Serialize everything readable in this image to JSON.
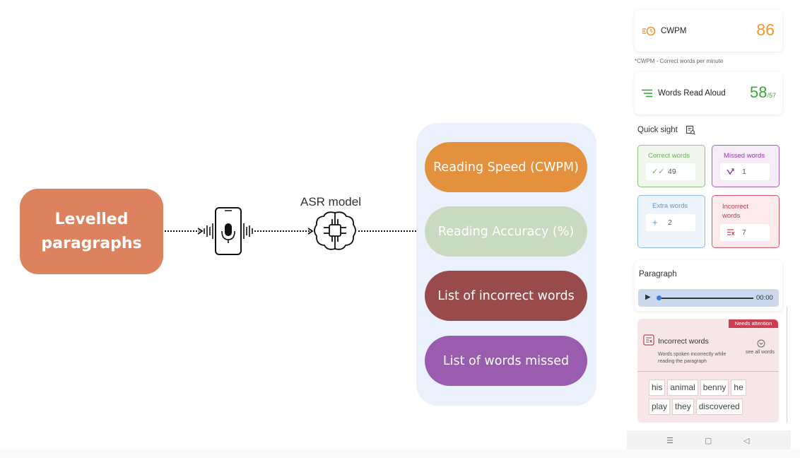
{
  "diagram": {
    "source_label": "Levelled paragraphs",
    "asr_label": "ASR model",
    "outputs": [
      {
        "label": "Reading Speed (CWPM)",
        "color": "#e3913d"
      },
      {
        "label": "Reading Accuracy (%)",
        "color": "#c8dac0"
      },
      {
        "label": "List of incorrect words",
        "color": "#984b4a"
      },
      {
        "label": "List of words missed",
        "color": "#9a5cae"
      }
    ],
    "icons": [
      "smartphone-microphone-icon",
      "brain-chip-icon"
    ]
  },
  "app": {
    "cwpm": {
      "label": "CWPM",
      "value": "86",
      "footnote": "*CWPM - Correct words per minute",
      "icon": "timer-icon",
      "color": "#ef9630"
    },
    "words_read_aloud": {
      "label": "Words Read Aloud",
      "value": "58",
      "total": "/57",
      "icon": "list-lines-icon",
      "color": "#3aa53c"
    },
    "quick_sight": {
      "label": "Quick sight",
      "icon": "report-search-icon",
      "tiles": {
        "correct": {
          "label": "Correct words",
          "value": "49",
          "icon": "double-check-icon",
          "color": "#8cc17b"
        },
        "missed": {
          "label": "Missed words",
          "value": "1",
          "icon": "skip-icon",
          "color": "#a45fb9"
        },
        "extra": {
          "label": "Extra words",
          "value": "2",
          "icon": "plus-icon",
          "color": "#8fb9e2"
        },
        "incorrect": {
          "label": "Incorrect words",
          "value": "7",
          "icon": "incorrect-list-icon",
          "color": "#d05866"
        }
      }
    },
    "paragraph": {
      "label": "Paragraph",
      "audio_time": "00:00",
      "progress": 0
    },
    "incorrect_words": {
      "badge": "Needs attention",
      "title": "Incorrect words",
      "description": "Words spoken incorrectly while reading the paragraph",
      "see_all": "see all words",
      "words": [
        "his",
        "animal",
        "benny",
        "he",
        "play",
        "they",
        "discovered"
      ]
    },
    "navbar": [
      "menu-icon",
      "home-square-icon",
      "back-triangle-icon"
    ]
  }
}
